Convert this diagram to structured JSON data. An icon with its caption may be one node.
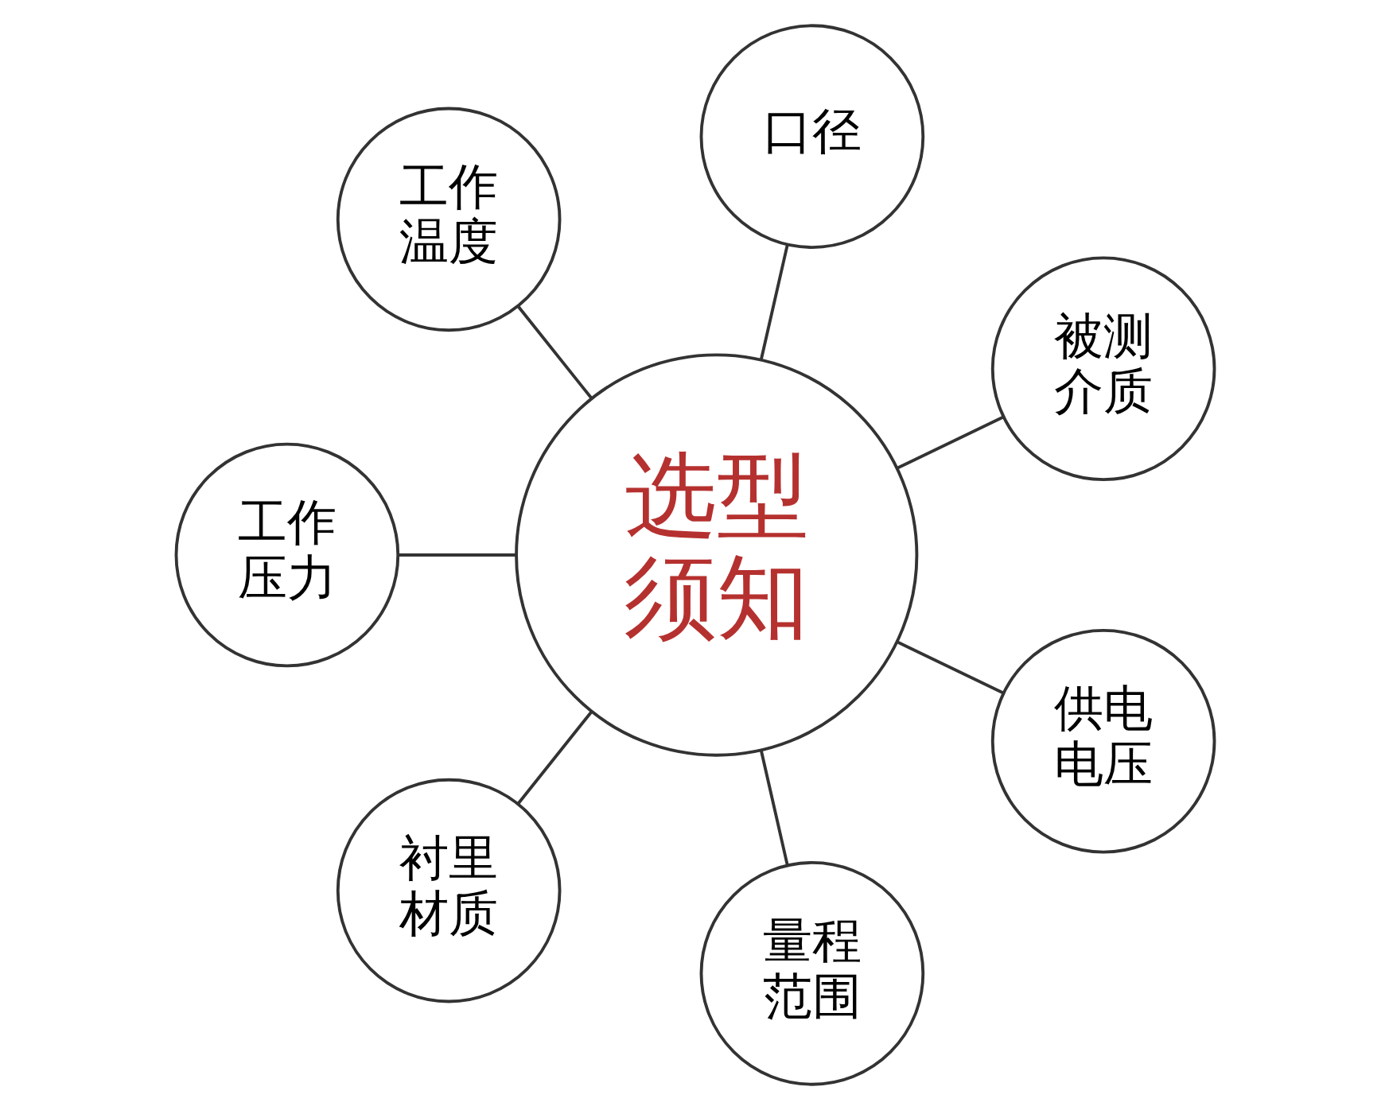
{
  "diagram": {
    "nodes": [
      {
        "text": [
          "被测介质"
        ]
      },
      {
        "text": [
          "口径"
        ]
      },
      {
        "text": [
          "工作温度"
        ]
      },
      {
        "text": [
          "选型须知"
        ]
      },
      {
        "text": [
          "工作压力"
        ]
      },
      {
        "text": [
          "衬里材质"
        ]
      },
      {
        "text": [
          "量程范围"
        ]
      },
      {
        "text": [
          "供电电压"
        ]
      }
    ],
    "edges": [
      {
        "from": 3,
        "to": 0,
        "arrow": "none"
      },
      {
        "from": 3,
        "to": 2,
        "arrow": "none"
      },
      {
        "from": 3,
        "to": 4,
        "arrow": "none"
      },
      {
        "from": 3,
        "to": 6,
        "arrow": "none"
      },
      {
        "from": 3,
        "to": 7,
        "arrow": "none"
      },
      {
        "from": 3,
        "to": 5,
        "arrow": "none"
      },
      {
        "from": 3,
        "to": 1,
        "arrow": "none"
      }
    ]
  }
}
